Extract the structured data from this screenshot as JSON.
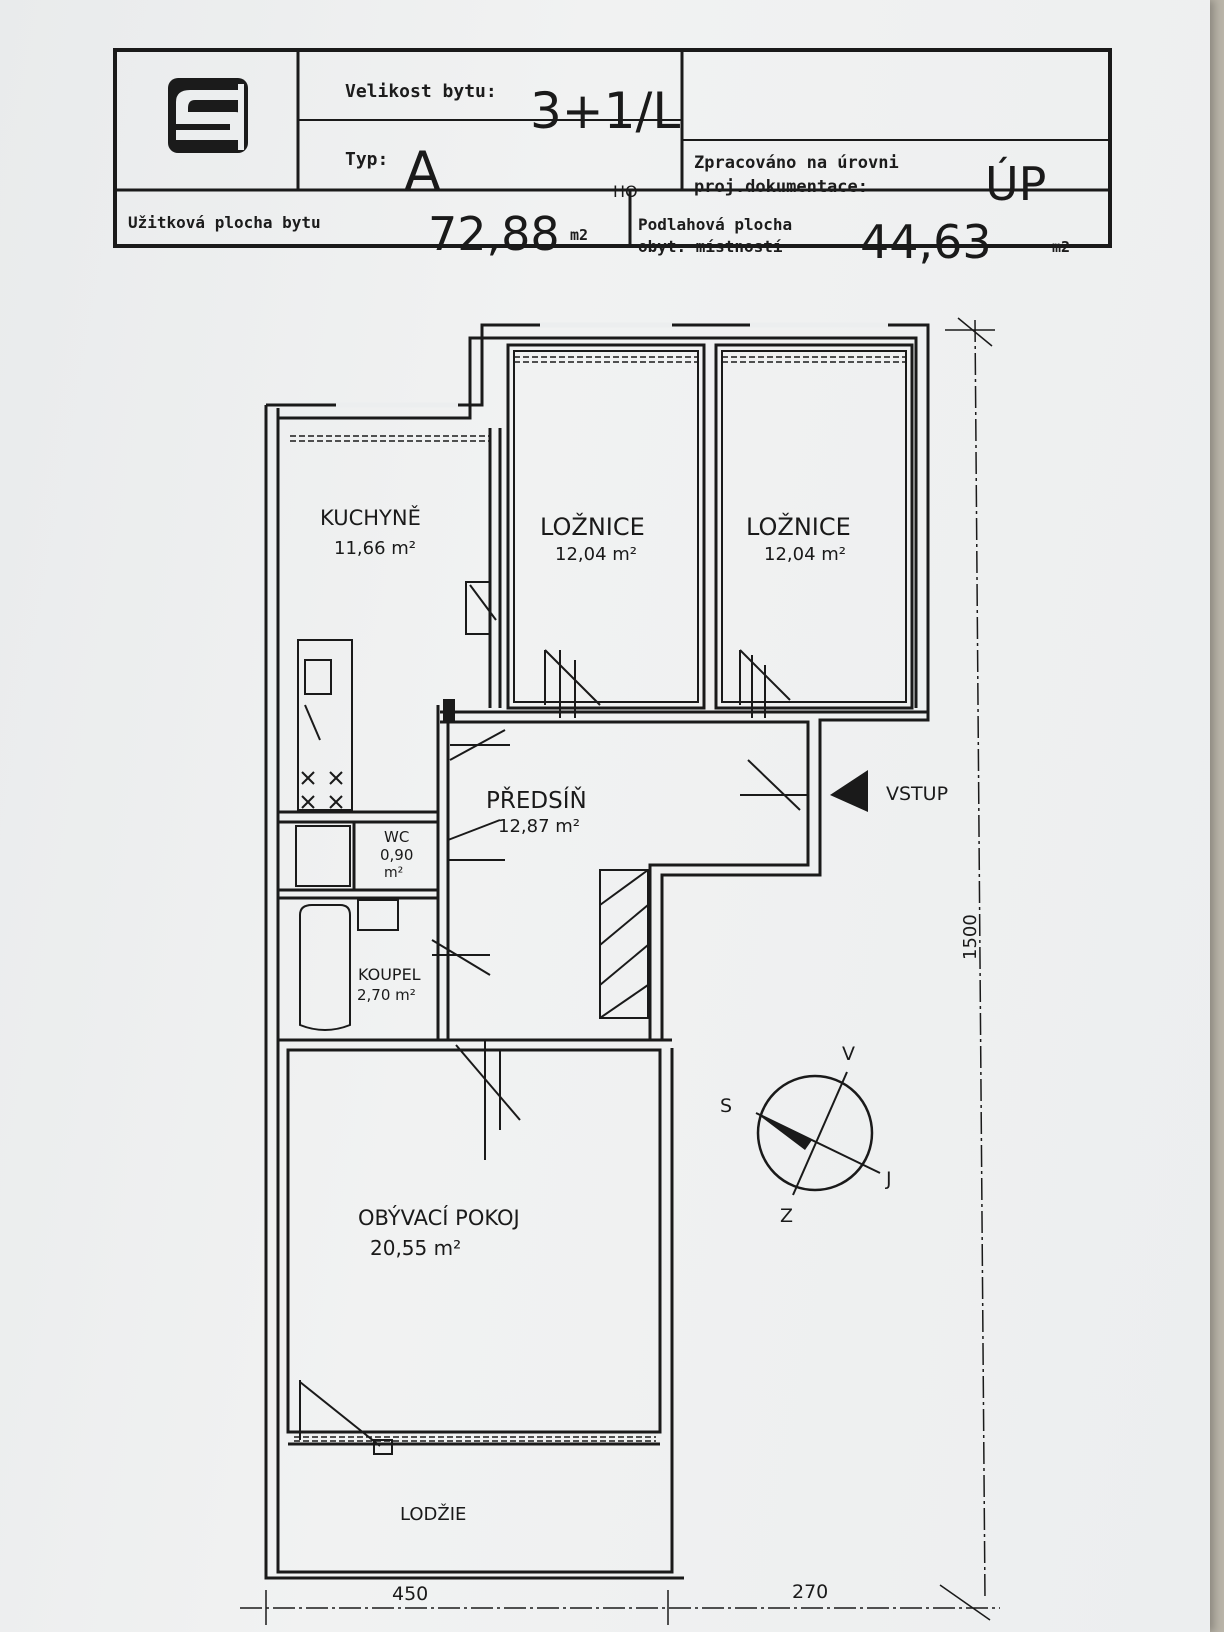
{
  "title_block": {
    "size_label": "Velikost bytu:",
    "size_value": "3+1/L",
    "type_label": "Typ:",
    "type_value": "A",
    "type_code": "HO",
    "processed_label_1": "Zpracováno na úrovni",
    "processed_label_2": "proj.dokumentace:",
    "processed_value": "ÚP",
    "usable_label": "Užitková plocha bytu",
    "usable_value": "72,88",
    "usable_unit": "m2",
    "floor_label_1": "Podlahová plocha",
    "floor_label_2": "obyt. místností",
    "floor_value": "44,63",
    "floor_unit": "m2"
  },
  "rooms": {
    "kitchen_name": "KUCHYNĚ",
    "kitchen_area": "11,66 m²",
    "bedroom1_name": "LOŽNICE",
    "bedroom1_area": "12,04 m²",
    "bedroom2_name": "LOŽNICE",
    "bedroom2_area": "12,04 m²",
    "hall_name": "PŘEDSÍŇ",
    "hall_area": "12,87 m²",
    "wc_name": "WC",
    "wc_area_1": "0,90",
    "wc_area_2": "m²",
    "bath_name": "KOUPEL",
    "bath_area": "2,70 m²",
    "living_name": "OBÝVACÍ  POKOJ",
    "living_area": "20,55 m²",
    "loggia_name": "LODŽIE"
  },
  "entrance_label": "VSTUP",
  "compass": {
    "north": "S",
    "east": "V",
    "south": "J",
    "west": "Z"
  },
  "dimensions": {
    "height": "1500",
    "left_width": "450",
    "right_width": "270"
  }
}
